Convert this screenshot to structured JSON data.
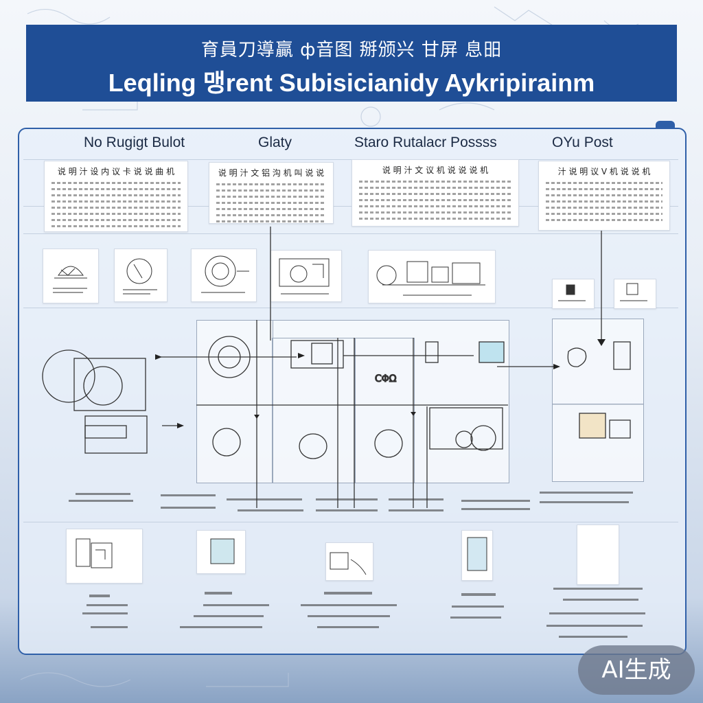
{
  "banner": {
    "subtitle": "育員刀導贏 ф音图 掰颁兴 甘屏 息昍",
    "title": "Leqling 맹rent Subisicianidy Aykripirainm"
  },
  "columns": [
    {
      "label": "No Rugigt Bulot"
    },
    {
      "label": "Glaty"
    },
    {
      "label": "Staro Rutalacr Possss"
    },
    {
      "label": "OYu Post"
    }
  ],
  "cards": [
    {
      "title": "说 明 汁 设 内 议 卡 说 说 曲 机"
    },
    {
      "title": "说 明 汁 文 铝 沟 机 叫 说 说"
    },
    {
      "title": "说 明 汁 文 议 机 说 说 说 机"
    },
    {
      "title": "汁 说 明 议 V 机 说 说 机"
    }
  ],
  "badge": {
    "label": "AI生成"
  },
  "colors": {
    "banner": "#1f4e96",
    "panel_border": "#2f5fa8",
    "panel_fill": "#e8f0fa"
  }
}
